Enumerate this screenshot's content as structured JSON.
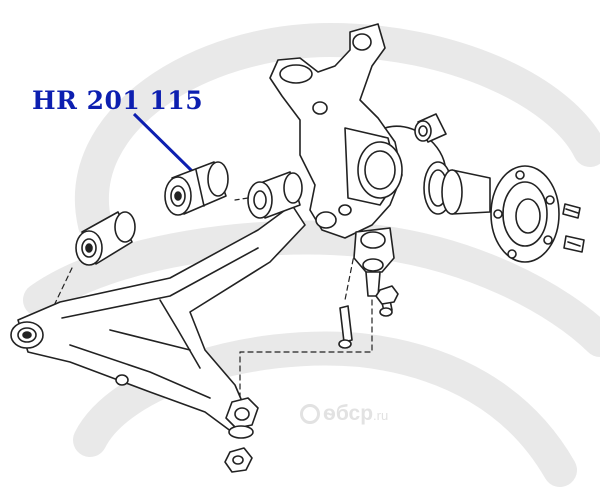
{
  "diagram": {
    "part_number": "HR 201 115",
    "accent_color": "#0d1fb0",
    "line_color": "#222222",
    "watermark": {
      "brand": "ѳбср",
      "tld": ".ru",
      "icon": "car-circle-icon",
      "color": "#e2e2e2"
    }
  }
}
